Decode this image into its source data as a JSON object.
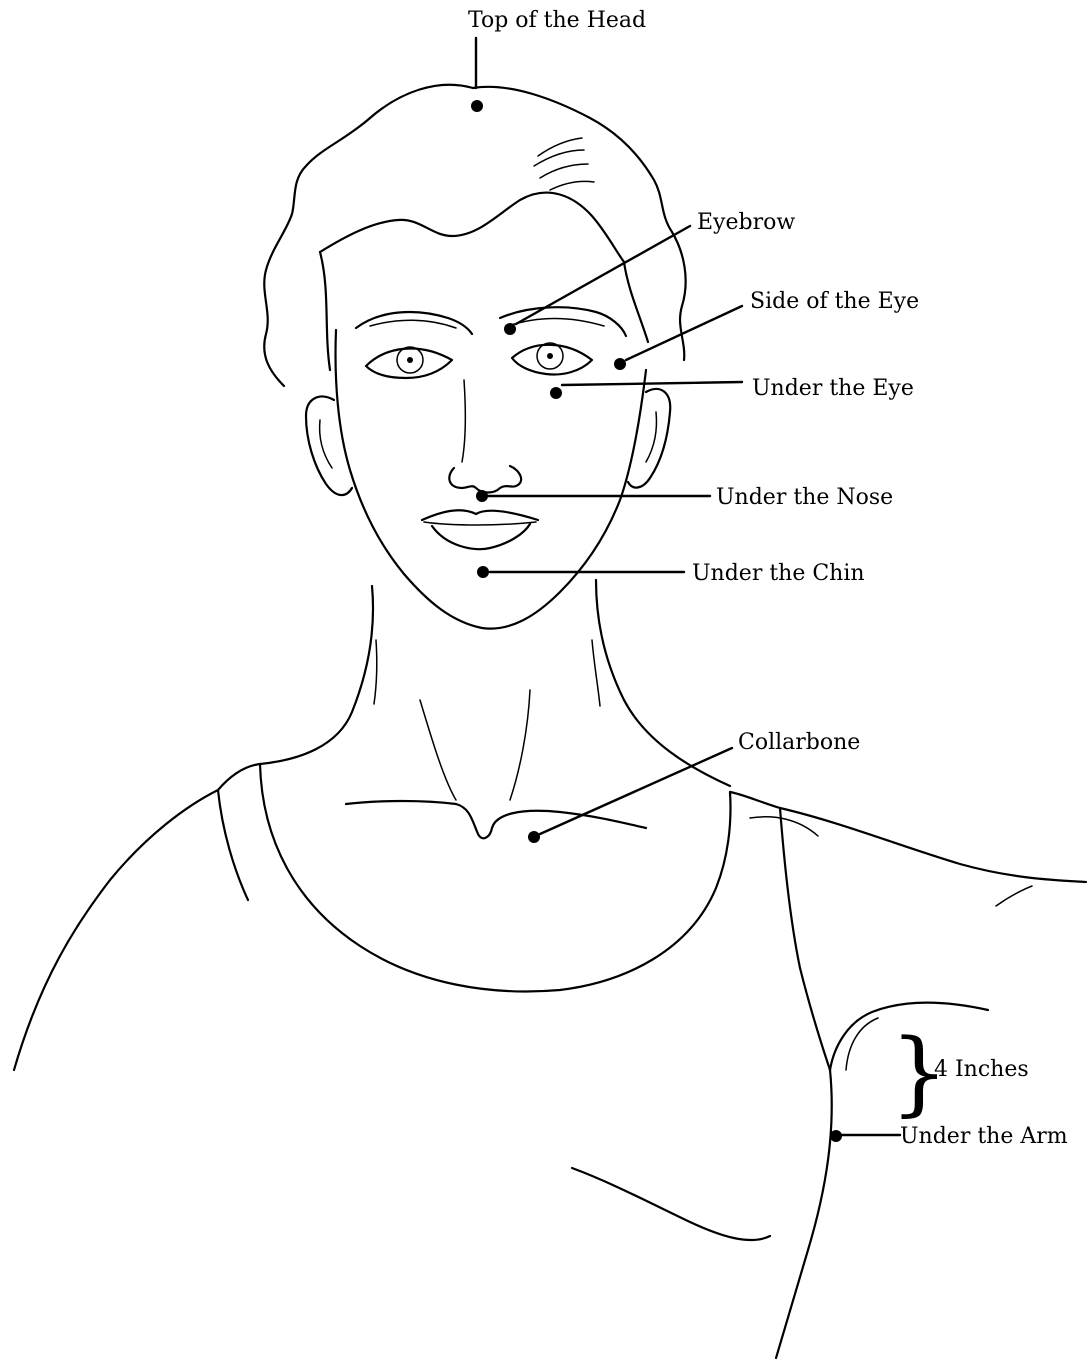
{
  "labels": {
    "top_of_head": "Top of the Head",
    "eyebrow": "Eyebrow",
    "side_of_eye": "Side of the Eye",
    "under_eye": "Under the Eye",
    "under_nose": "Under the Nose",
    "under_chin": "Under the Chin",
    "collarbone": "Collarbone",
    "four_inches": "4 Inches",
    "under_arm": "Under the Arm"
  },
  "colors": {
    "ink": "#000000",
    "background": "#ffffff"
  }
}
